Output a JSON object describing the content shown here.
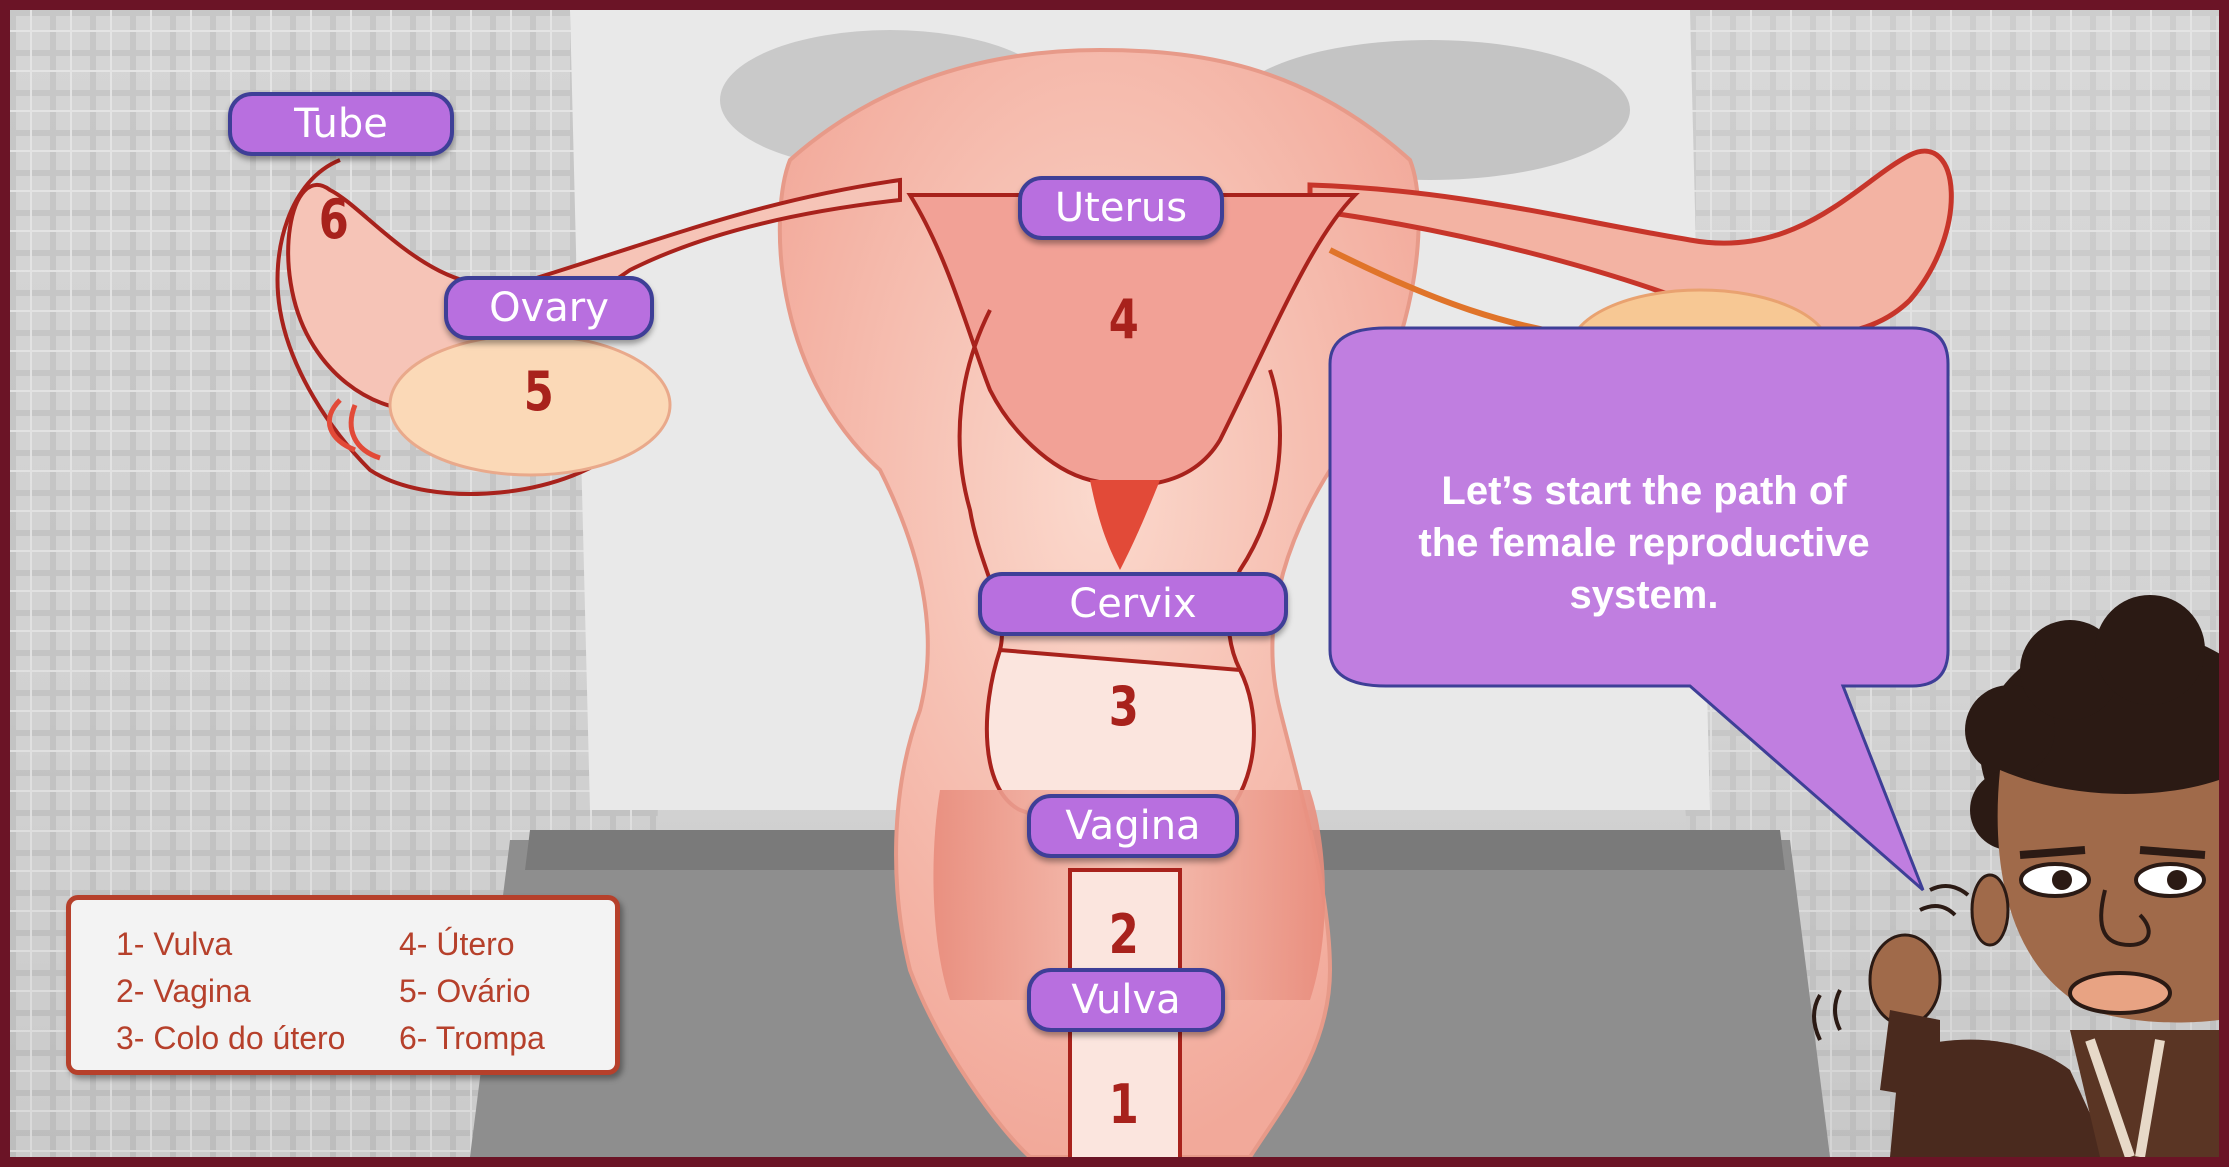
{
  "labels": {
    "tube": "Tube",
    "uterus": "Uterus",
    "ovary": "Ovary",
    "cervix": "Cervix",
    "vagina": "Vagina",
    "vulva": "Vulva"
  },
  "numbers": {
    "n1": "1",
    "n2": "2",
    "n3": "3",
    "n4": "4",
    "n5": "5",
    "n6": "6"
  },
  "legend": {
    "items": [
      "1- Vulva",
      "2- Vagina",
      "3- Colo do útero",
      "4- Útero",
      "5- Ovário",
      "6- Trompa"
    ]
  },
  "speech_bubble": {
    "line1": "Let’s start the path of",
    "line2": "the female reproductive",
    "line3": "system."
  },
  "colors": {
    "frame": "#6b1426",
    "label_fill": "#b86fdf",
    "label_border": "#3e3f97",
    "organ_outline": "#a8221c",
    "legend_text": "#b6402b"
  }
}
